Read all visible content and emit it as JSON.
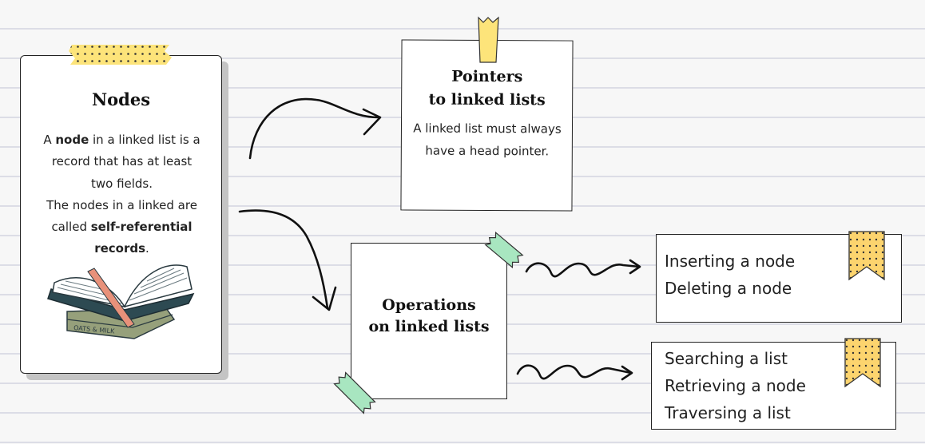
{
  "nodes_card": {
    "title": "Nodes",
    "line1_prefix": "A ",
    "line1_bold": "node",
    "line1_suffix": " in a linked list is a record that has at least two fields.",
    "line2_prefix": "The nodes in a linked are called ",
    "line2_bold": "self-referential records",
    "line2_suffix": ".",
    "book_spine_text": "OATS & MILK",
    "book_icon": "open-book-icon"
  },
  "pointers_card": {
    "title_line1": "Pointers",
    "title_line2": "to linked lists",
    "text": "A linked list must always have a head pointer."
  },
  "operations_card": {
    "title_line1": "Operations",
    "title_line2": "on linked lists"
  },
  "insert_delete_card": {
    "items": [
      "Inserting a node",
      "Deleting a node"
    ]
  },
  "search_card": {
    "items": [
      "Searching a list",
      "Retrieving a node",
      "Traversing a list"
    ]
  },
  "colors": {
    "yellow_tape": "#fde47a",
    "green_tape": "#a8e6c0",
    "bookmark_yellow": "#fcd46e",
    "book_ribbon": "#e8917a",
    "book_cover": "#2d4a52"
  }
}
